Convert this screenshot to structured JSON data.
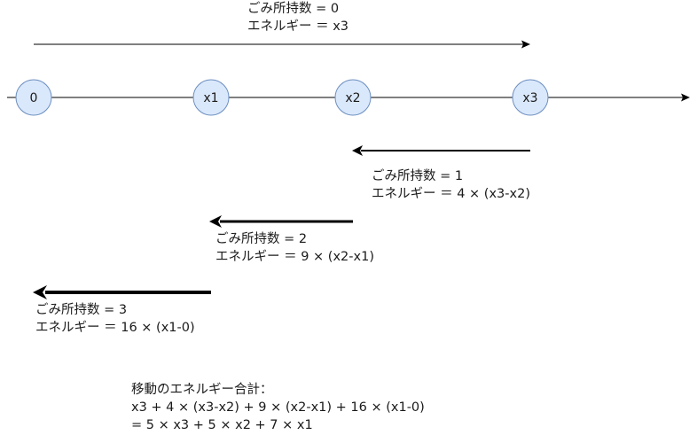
{
  "colors": {
    "node_fill": "#dae8fc",
    "node_stroke": "#6c8ebf",
    "line": "#000000",
    "text": "#1a1a1a"
  },
  "nodes": [
    "0",
    "x1",
    "x2",
    "x3"
  ],
  "labels": {
    "forward": {
      "line1": "ごみ所持数 = 0",
      "line2": "エネルギー ＝ x3"
    },
    "back1": {
      "line1": "ごみ所持数 = 1",
      "line2": "エネルギー ＝ 4 × (x3-x2)"
    },
    "back2": {
      "line1": "ごみ所持数 = 2",
      "line2": "エネルギー ＝ 9 × (x2-x1)"
    },
    "back3": {
      "line1": "ごみ所持数 = 3",
      "line2": "エネルギー ＝ 16 × (x1-0)"
    }
  },
  "summary": {
    "line1": "移動のエネルギー合計：",
    "line2": "x3 + 4 × (x3-x2) + 9 × (x2-x1) + 16 × (x1-0)",
    "line3": "= 5 × x3 + 5 × x2 + 7 × x1"
  }
}
